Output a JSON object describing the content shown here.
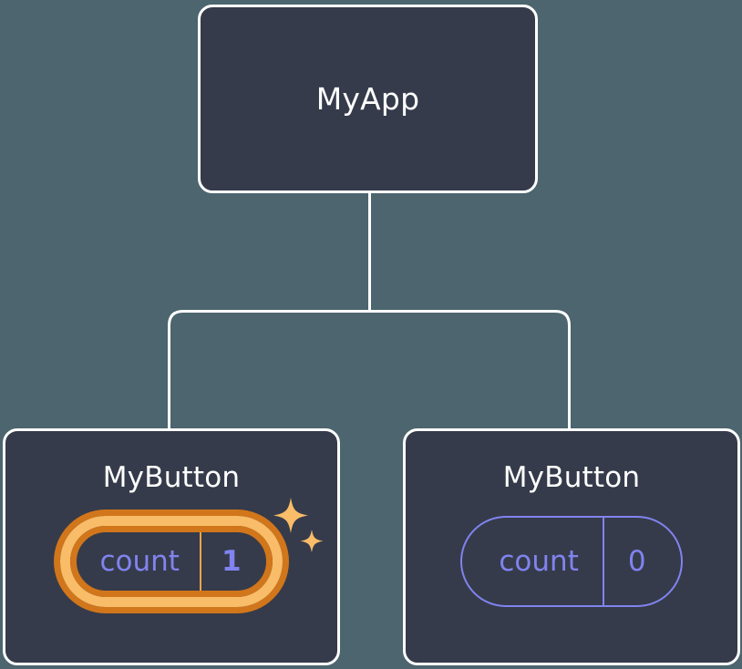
{
  "diagram": {
    "type": "component-tree",
    "background_color": "#4c656e",
    "node_fill_color": "#353b4a",
    "node_border_color": "#ffffff",
    "accent_state_color": "#8183ef",
    "highlight_ring_inner_color": "#f9bc68",
    "highlight_ring_outer_color": "#d1761b",
    "sparkle_color": "#f9bc68"
  },
  "root": {
    "title": "MyApp"
  },
  "children": [
    {
      "title": "MyButton",
      "state": {
        "key": "count",
        "value": "1"
      },
      "highlighted": true,
      "sparkle_icons": [
        "sparkle-large",
        "sparkle-small"
      ]
    },
    {
      "title": "MyButton",
      "state": {
        "key": "count",
        "value": "0"
      },
      "highlighted": false
    }
  ]
}
